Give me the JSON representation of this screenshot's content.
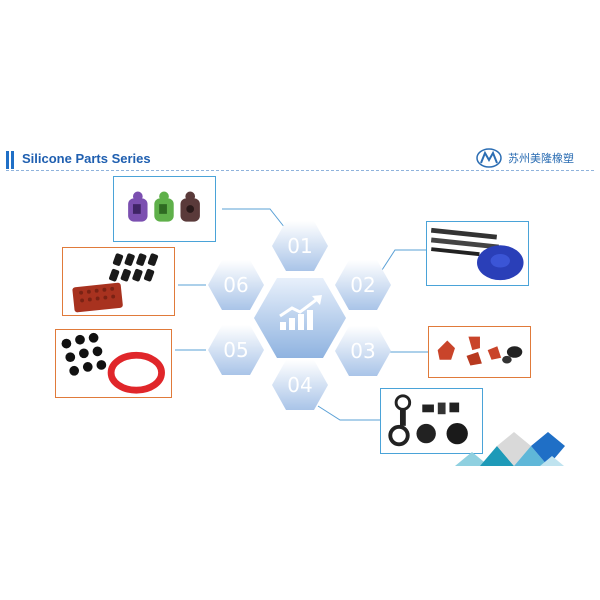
{
  "header": {
    "title": "Silicone Parts Series",
    "brand_name": "苏州美隆橡塑",
    "accent_color": "#1f6fc6"
  },
  "hexagons": [
    {
      "label": "01"
    },
    {
      "label": "02"
    },
    {
      "label": "03"
    },
    {
      "label": "04"
    },
    {
      "label": "05"
    },
    {
      "label": "06"
    }
  ],
  "center_icon": "growth-chart-arrow-icon",
  "photos": [
    {
      "subject": "purple-green-brown-silicone-caps",
      "border": "#4aa3d8"
    },
    {
      "subject": "black-strips-and-blue-diaphragm",
      "border": "#4aa3d8"
    },
    {
      "subject": "red-silicone-parts",
      "border": "#e07a3a"
    },
    {
      "subject": "black-grommets-and-discs",
      "border": "#4aa3d8"
    },
    {
      "subject": "black-grid-mat-and-red-ring",
      "border": "#e07a3a"
    },
    {
      "subject": "black-keypads-and-red-mat",
      "border": "#e07a3a"
    }
  ]
}
